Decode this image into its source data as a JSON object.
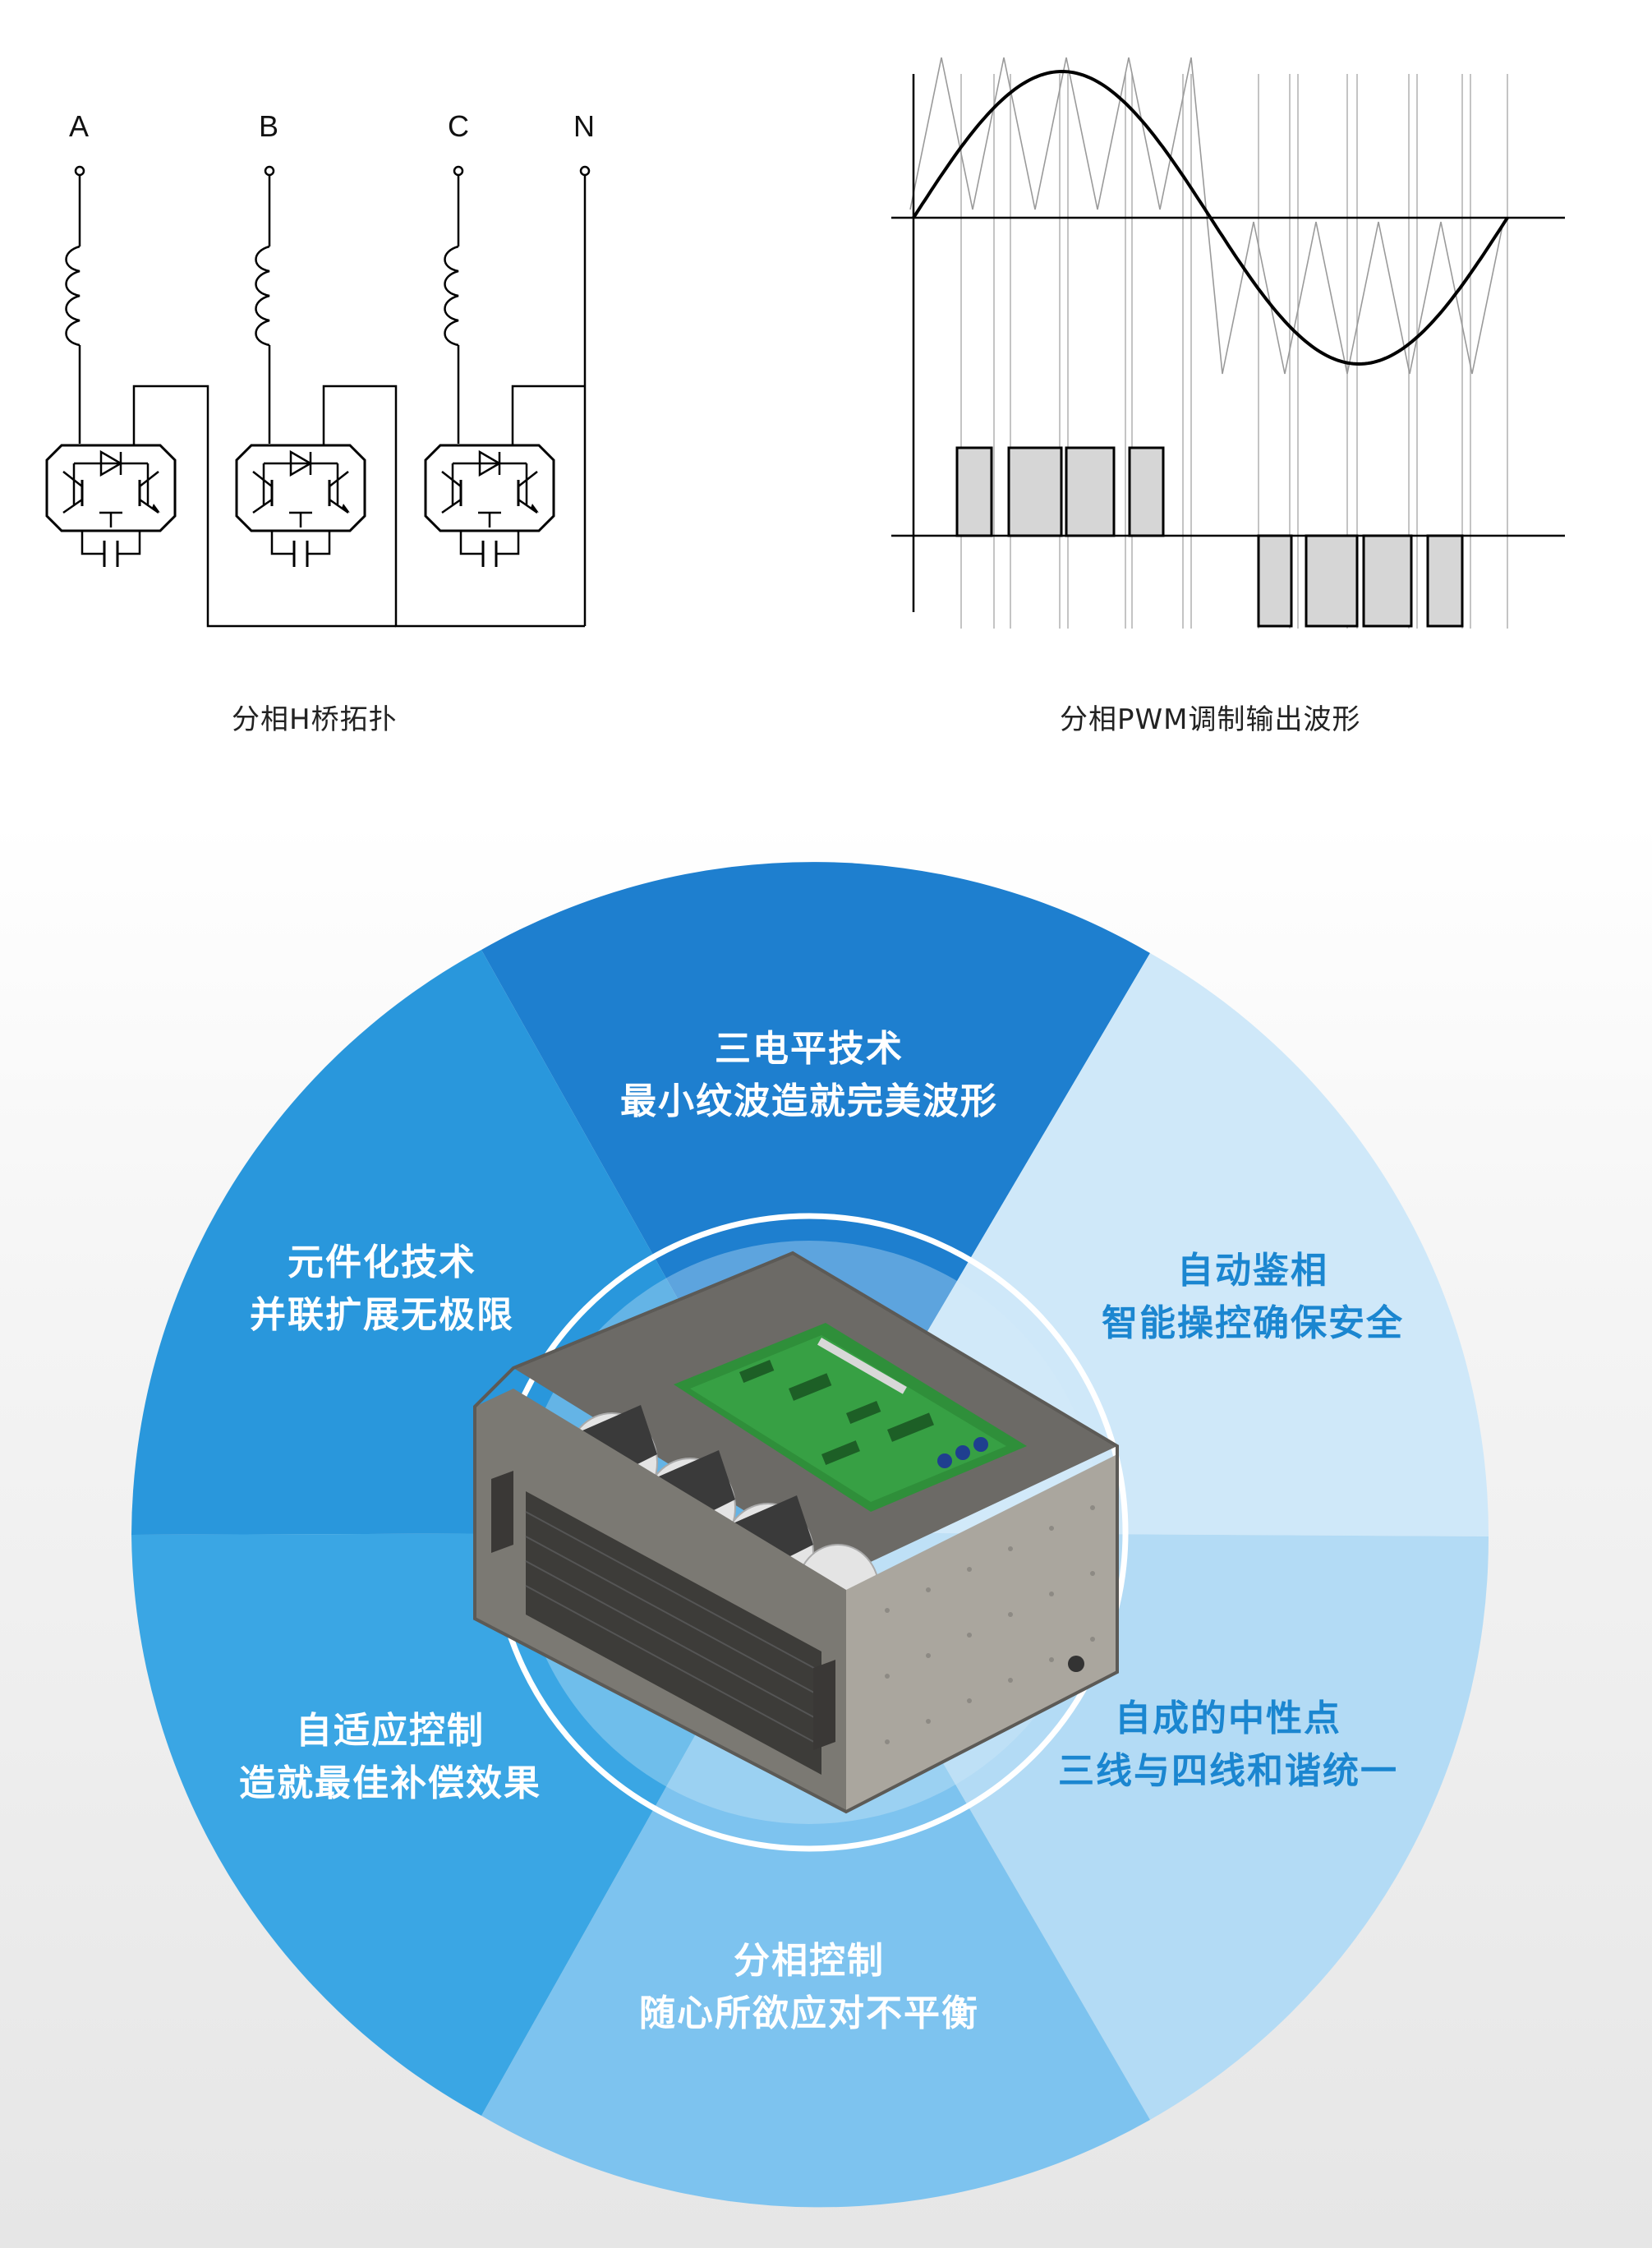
{
  "topology": {
    "caption": "分相H桥拓扑",
    "phases": [
      "A",
      "B",
      "C",
      "N"
    ]
  },
  "waveform": {
    "caption": "分相PWM调制输出波形"
  },
  "wheel": {
    "colors": {
      "dark": "#1e7fcf",
      "mid": "#2a9be0",
      "light": "#bfe0f6",
      "lighter": "#d6ecfa",
      "accent_text": "#1b86d0"
    },
    "segments": [
      {
        "line1": "三电平技术",
        "line2": "最小纹波造就完美波形"
      },
      {
        "line1": "自动鉴相",
        "line2": "智能操控确保安全"
      },
      {
        "line1": "自成的中性点",
        "line2": "三线与四线和谐统一"
      },
      {
        "line1": "分相控制",
        "line2": "随心所欲应对不平衡"
      },
      {
        "line1": "自适应控制",
        "line2": "造就最佳补偿效果"
      },
      {
        "line1": "元件化技术",
        "line2": "并联扩展无极限"
      }
    ]
  }
}
